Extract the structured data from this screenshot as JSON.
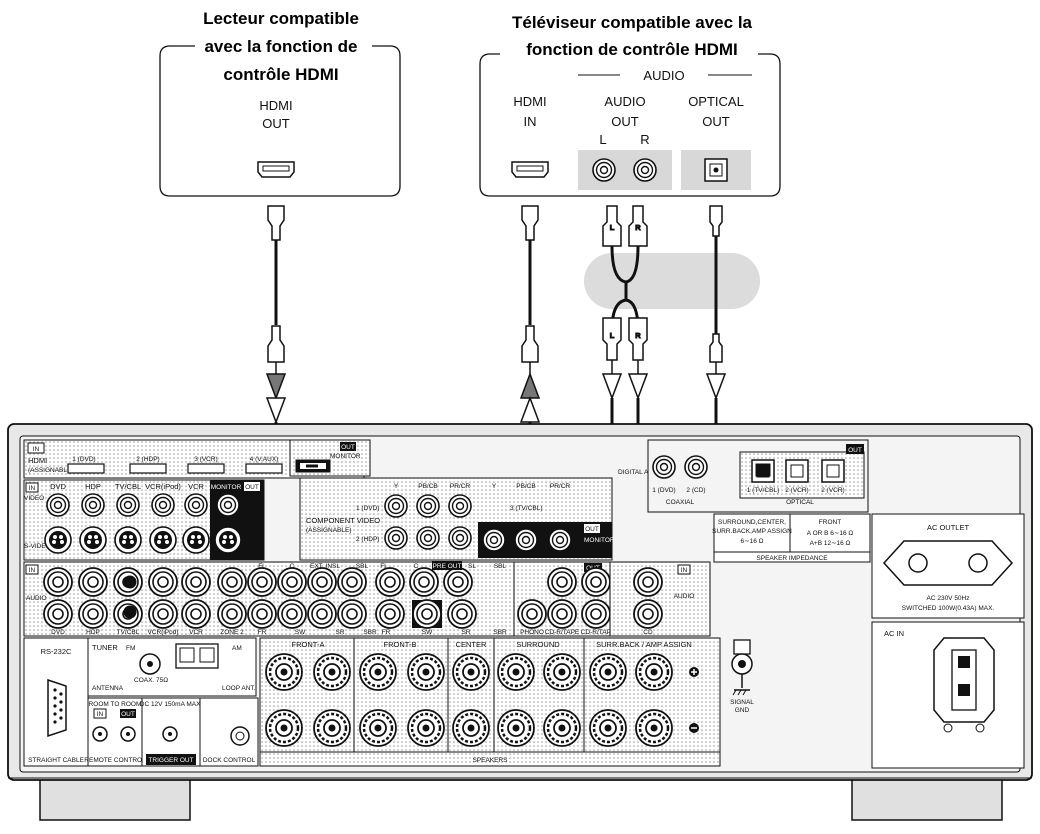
{
  "player": {
    "title_line1": "Lecteur compatible",
    "title_line2": "avec la fonction de",
    "title_line3": "contrôle HDMI",
    "hdmi_line1": "HDMI",
    "hdmi_line2": "OUT"
  },
  "tv": {
    "title_line1": "Téléviseur compatible avec la",
    "title_line2": "fonction de contrôle HDMI",
    "audio_group": "AUDIO",
    "hdmi_in_line1": "HDMI",
    "hdmi_in_line2": "IN",
    "audio_out_line1": "AUDIO",
    "audio_out_line2": "OUT",
    "left": "L",
    "right": "R",
    "optical_line1": "OPTICAL",
    "optical_line2": "OUT"
  },
  "plugs": {
    "left": "L",
    "right": "R"
  },
  "receiver": {
    "hdmi": "HDMI",
    "assignable": "(ASSIGNABLE)",
    "hdmi_in_1": "1 (DVD)",
    "hdmi_in_2": "2 (HDP)",
    "hdmi_in_3": "3 (VCR)",
    "hdmi_in_4": "4 (V.AUX)",
    "monitor": "MONITOR",
    "tag_in": "IN",
    "tag_out": "OUT",
    "video": "VIDEO",
    "svideo": "S-VIDEO",
    "audio": "AUDIO",
    "component_video": "COMPONENT VIDEO",
    "comp_1": "1 (DVD)",
    "comp_2": "2 (HDP)",
    "comp_3": "3 (TV/CBL)",
    "y": "Y",
    "pb": "PB/CB",
    "pr": "PR/CR",
    "digital_assign": "DIGITAL ASSIGN",
    "coax_1": "1 (DVD)",
    "coax_2": "2 (CD)",
    "coaxial": "COAXIAL",
    "opt_1": "1 (TV/CBL)",
    "opt_2": "2 (VCR)",
    "opt_3": "2 (VCR)",
    "optical": "OPTICAL",
    "sources": [
      "DVD",
      "HDP",
      "TV/CBL",
      "VCR(iPod)",
      "VCR",
      "MONITOR"
    ],
    "bottom_sources": [
      "DVD",
      "HDP",
      "TV/CBL",
      "VCR(iPod)",
      "VCR",
      "ZONE 2"
    ],
    "preout_top": [
      "FL",
      "C",
      "EXT. IN",
      "SL",
      "SBL",
      "FL",
      "C",
      "PRE OUT",
      "SL",
      "SBL"
    ],
    "preout_bottom": [
      "FR",
      "SW",
      "SR",
      "SBR",
      "FR",
      "SW",
      "SR",
      "SBR"
    ],
    "phono": "PHONO",
    "cdr1": "CD-R/TAPE",
    "cdr2": "CD-R/TAPE",
    "cd": "CD",
    "speaker_impedance": "SPEAKER IMPEDANCE",
    "imp_sur_1": "SURROUND,CENTER,",
    "imp_sur_2": "SURR.BACK,AMP ASSIGN",
    "imp_sur_3": "6∼16 Ω",
    "imp_front": "FRONT",
    "imp_aorb": "A OR B  6∼16 Ω",
    "imp_ab": "A+B   12∼16 Ω",
    "ac_outlet": "AC OUTLET",
    "ac_rating_1": "AC 230V  50Hz",
    "ac_rating_2": "SWITCHED 100W(0.43A) MAX.",
    "ac_in": "AC IN",
    "rs232c": "RS-232C",
    "straight_cable": "STRAIGHT CABLE",
    "tuner": "TUNER",
    "fm": "FM",
    "am": "AM",
    "antenna": "ANTENNA",
    "coax_75": "COAX. 75Ω",
    "loop_ant": "LOOP ANT.",
    "room_to_room": "ROOM TO ROOM",
    "remote_control": "REMOTE CONTROL",
    "dc_12v": "DC 12V 150mA MAX.",
    "trigger_out": "TRIGGER OUT",
    "dock_control": "DOCK CONTROL",
    "front_a": "FRONT-A",
    "front_b": "FRONT-B",
    "center": "CENTER",
    "surround": "SURROUND",
    "surr_back": "SURR.BACK / AMP ASSIGN",
    "speakers": "SPEAKERS",
    "signal_gnd_1": "SIGNAL",
    "signal_gnd_2": "GND"
  },
  "colors": {
    "panel_fill": "#e8e8e8",
    "dot_fill": "#d9d9d9",
    "cable": "#111111",
    "gray_band": "#dcdcdc"
  }
}
